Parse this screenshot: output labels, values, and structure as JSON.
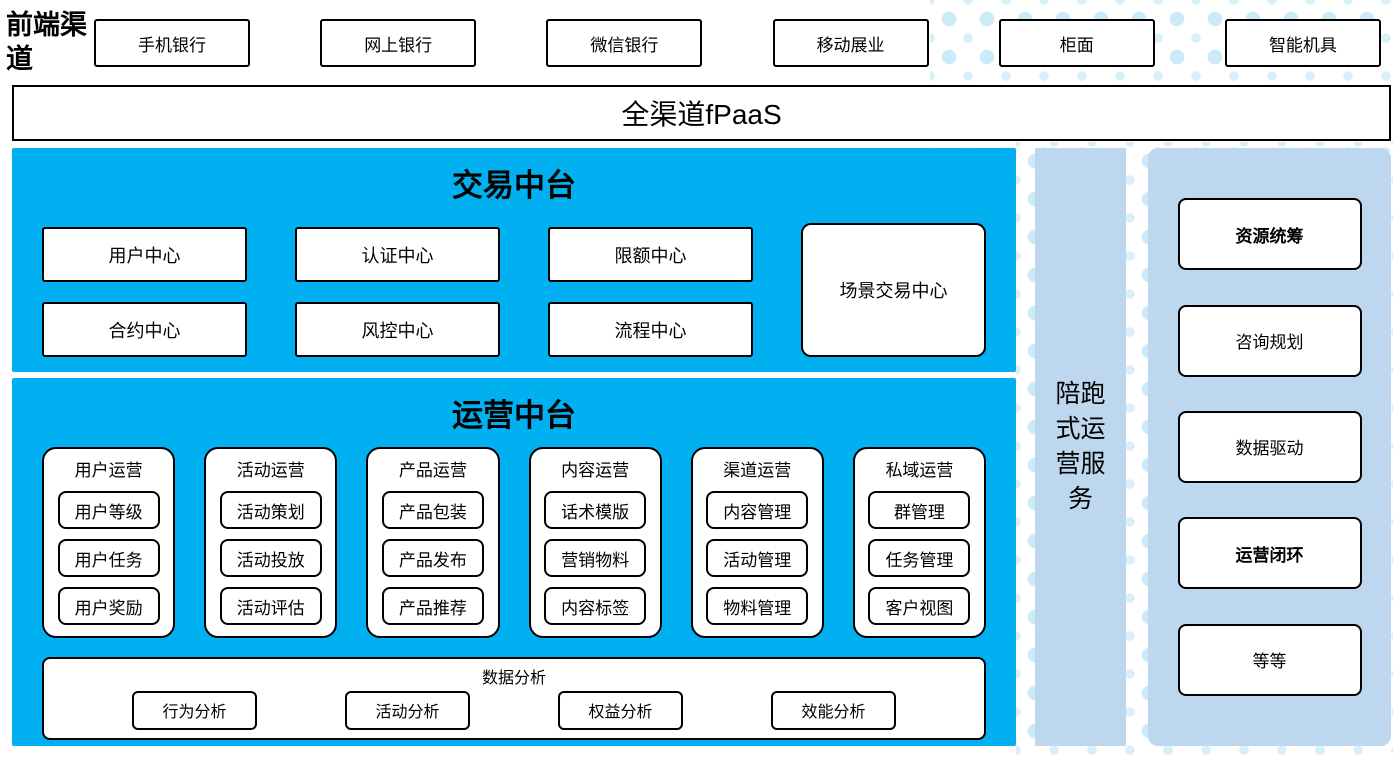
{
  "front_channels": {
    "label": "前端渠道",
    "items": [
      "手机银行",
      "网上银行",
      "微信银行",
      "移动展业",
      "柜面",
      "智能机具"
    ]
  },
  "fpaas_bar": {
    "label": "全渠道fPaaS"
  },
  "trade_platform": {
    "title": "交易中台",
    "centers": [
      "用户中心",
      "认证中心",
      "限额中心",
      "合约中心",
      "风控中心",
      "流程中心"
    ],
    "scene_center": "场景交易中心"
  },
  "operation_platform": {
    "title": "运营中台",
    "columns": [
      {
        "header": "用户运营",
        "items": [
          "用户等级",
          "用户任务",
          "用户奖励"
        ]
      },
      {
        "header": "活动运营",
        "items": [
          "活动策划",
          "活动投放",
          "活动评估"
        ]
      },
      {
        "header": "产品运营",
        "items": [
          "产品包装",
          "产品发布",
          "产品推荐"
        ]
      },
      {
        "header": "内容运营",
        "items": [
          "话术模版",
          "营销物料",
          "内容标签"
        ]
      },
      {
        "header": "渠道运营",
        "items": [
          "内容管理",
          "活动管理",
          "物料管理"
        ]
      },
      {
        "header": "私域运营",
        "items": [
          "群管理",
          "任务管理",
          "客户视图"
        ]
      }
    ],
    "analysis": {
      "title": "数据分析",
      "items": [
        "行为分析",
        "活动分析",
        "权益分析",
        "效能分析"
      ]
    }
  },
  "side_bar": {
    "label": "陪跑式运营服务"
  },
  "right_panel": {
    "items": [
      "资源统筹",
      "咨询规划",
      "数据驱动",
      "运营闭环",
      "等等"
    ]
  },
  "colors": {
    "platform_cyan": "#00b0f0",
    "side_light_blue": "#bdd7ee",
    "dot_light_cyan": "#cdeaf9"
  }
}
